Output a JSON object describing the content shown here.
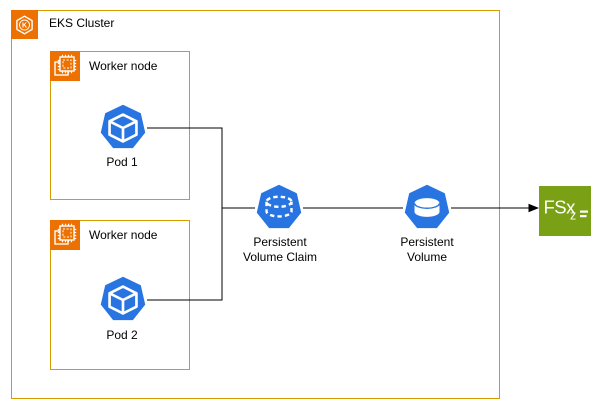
{
  "diagram": {
    "cluster_label": "EKS Cluster",
    "eks_icon_letter": "K",
    "workers": [
      {
        "label": "Worker node",
        "pod_label": "Pod 1"
      },
      {
        "label": "Worker node",
        "pod_label": "Pod 2"
      }
    ],
    "pvc_label_line1": "Persistent",
    "pvc_label_line2": "Volume Claim",
    "pv_label_line1": "Persistent",
    "pv_label_line2": "Volume",
    "fsx_label": "FSx",
    "fsx_sub": "z"
  },
  "colors": {
    "aws_orange": "#ED7100",
    "box_border_orange": "#D79B00",
    "k8s_blue": "#2875E2",
    "fsx_green": "#7AA116",
    "connector_black": "#000000",
    "canvas_white": "#FFFFFF"
  }
}
